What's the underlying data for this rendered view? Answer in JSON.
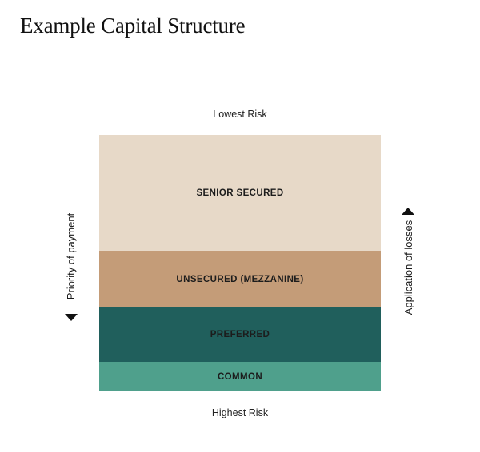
{
  "title": "Example Capital Structure",
  "risk": {
    "top": "Lowest Risk",
    "bottom": "Highest Risk"
  },
  "tiers": [
    {
      "label": "SENIOR SECURED",
      "color": "#e7d9c8"
    },
    {
      "label": "UNSECURED (MEZZANINE)",
      "color": "#c49c78"
    },
    {
      "label": "PREFERRED",
      "color": "#205f5c"
    },
    {
      "label": "COMMON",
      "color": "#4fa08c"
    }
  ],
  "side": {
    "left": "Priority of payment",
    "left_arrow_icon": "arrow-down-icon",
    "right": "Application of losses",
    "right_arrow_icon": "arrow-up-icon"
  }
}
